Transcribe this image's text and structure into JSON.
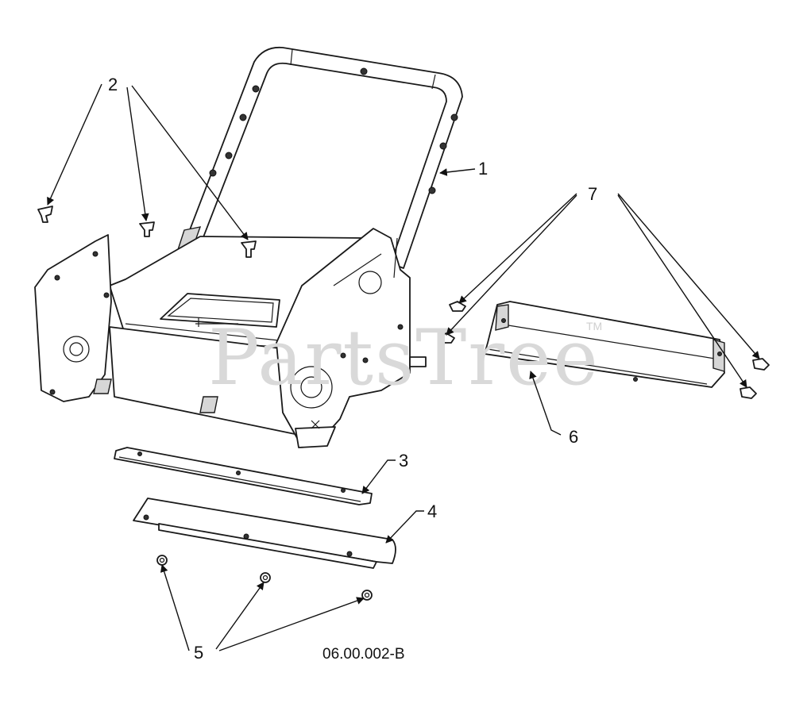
{
  "watermark": {
    "text": "PartsTree",
    "trademark": "TM"
  },
  "drawing_code": "06.00.002-B",
  "callouts": [
    {
      "id": "1",
      "text": "1"
    },
    {
      "id": "2",
      "text": "2"
    },
    {
      "id": "3",
      "text": "3"
    },
    {
      "id": "4",
      "text": "4"
    },
    {
      "id": "5",
      "text": "5"
    },
    {
      "id": "6",
      "text": "6"
    },
    {
      "id": "7",
      "text": "7"
    }
  ],
  "colors": {
    "line": "#1a1a1a",
    "background": "#ffffff",
    "watermark": "#d9d9d9"
  }
}
